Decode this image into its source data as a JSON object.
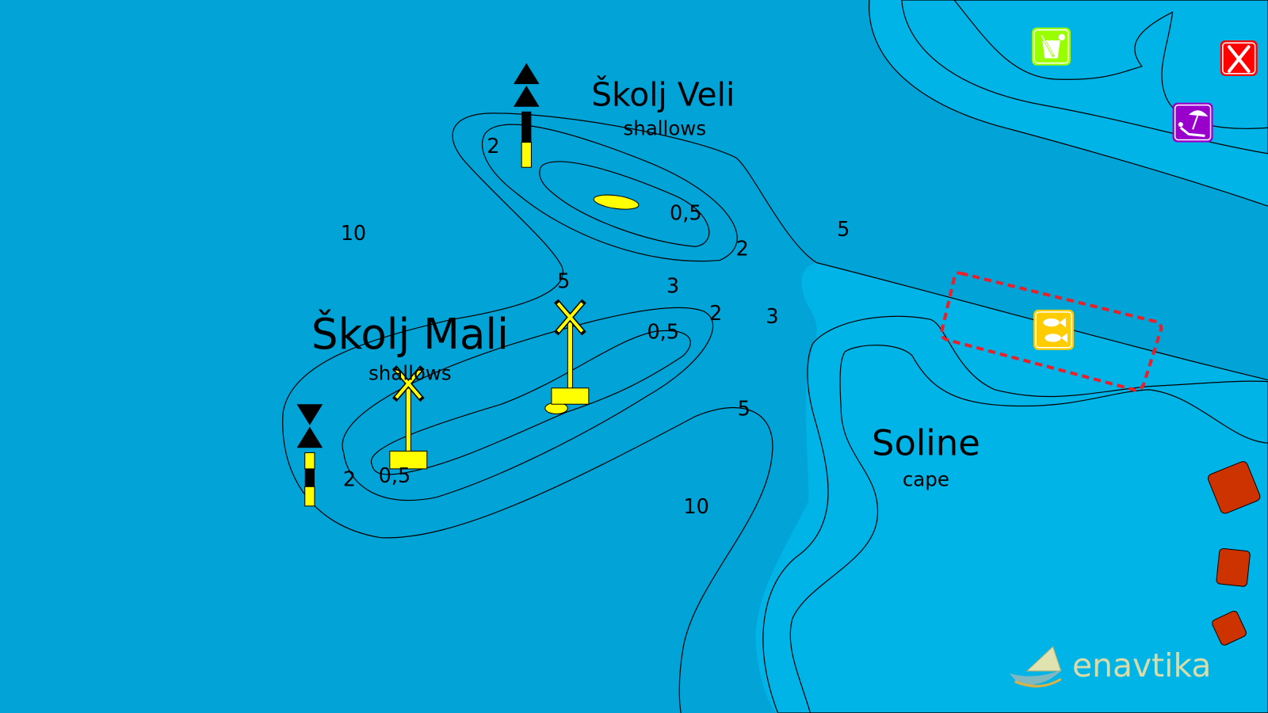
{
  "map": {
    "colors": {
      "deep_water": "#02A4D8",
      "mid_water": "#00B4E8",
      "shallow_water": "#00CCFF",
      "drying": "#00FF00",
      "land": "#FFFF00",
      "rock": "#CC3300",
      "restricted_area": "#E8202A"
    },
    "places": [
      {
        "name": "Školj Veli",
        "type": "shallows"
      },
      {
        "name": "Školj Mali",
        "type": "shallows"
      },
      {
        "name": "Soline",
        "type": "cape"
      }
    ],
    "depths": [
      "2",
      "0,5",
      "2",
      "10",
      "5",
      "5",
      "3",
      "2",
      "3",
      "0,5",
      "5",
      "2",
      "0,5",
      "10"
    ],
    "pois": [
      {
        "icon": "cocktail-bar-icon",
        "color": "#99FF00"
      },
      {
        "icon": "restaurant-icon",
        "color": "#FF0000"
      },
      {
        "icon": "beach-icon",
        "color": "#9900CC"
      },
      {
        "icon": "fish-farm-icon",
        "color": "#FFCC00"
      }
    ],
    "logo": "enavtika"
  }
}
